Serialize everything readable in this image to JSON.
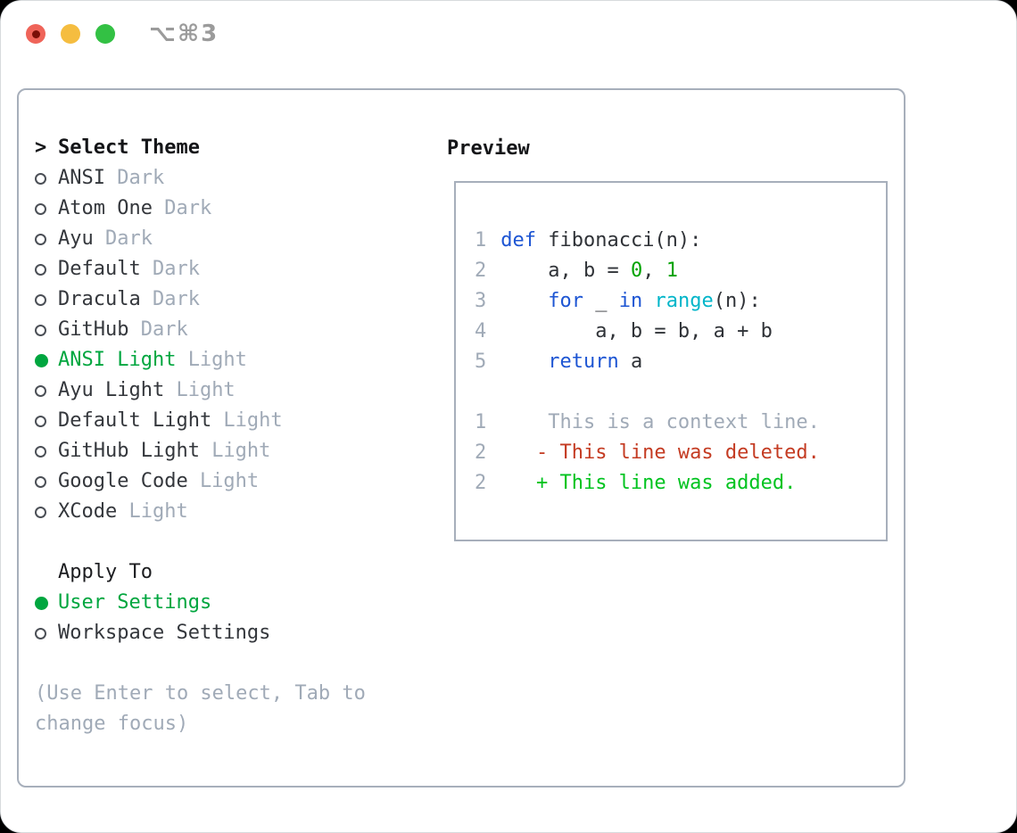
{
  "window": {
    "shortcut": "⌥⌘3"
  },
  "theme_panel": {
    "prompt": ">",
    "title": "Select Theme",
    "items": [
      {
        "label": "ANSI",
        "variant": "Dark",
        "selected": false
      },
      {
        "label": "Atom One",
        "variant": "Dark",
        "selected": false
      },
      {
        "label": "Ayu",
        "variant": "Dark",
        "selected": false
      },
      {
        "label": "Default",
        "variant": "Dark",
        "selected": false
      },
      {
        "label": "Dracula",
        "variant": "Dark",
        "selected": false
      },
      {
        "label": "GitHub",
        "variant": "Dark",
        "selected": false
      },
      {
        "label": "ANSI Light",
        "variant": "Light",
        "selected": true
      },
      {
        "label": "Ayu Light",
        "variant": "Light",
        "selected": false
      },
      {
        "label": "Default Light",
        "variant": "Light",
        "selected": false
      },
      {
        "label": "GitHub Light",
        "variant": "Light",
        "selected": false
      },
      {
        "label": "Google Code",
        "variant": "Light",
        "selected": false
      },
      {
        "label": "XCode",
        "variant": "Light",
        "selected": false
      }
    ]
  },
  "apply_to": {
    "title": "Apply To",
    "options": [
      {
        "label": "User Settings",
        "selected": true
      },
      {
        "label": "Workspace Settings",
        "selected": false
      }
    ]
  },
  "help": {
    "line1": "(Use Enter to select, Tab to",
    "line2": "change focus)"
  },
  "preview": {
    "title": "Preview",
    "code_lines": [
      {
        "num": "1",
        "segments": [
          {
            "text": "def",
            "color": "keyword"
          },
          {
            "text": " fibonacci(n):",
            "color": "default"
          }
        ]
      },
      {
        "num": "2",
        "segments": [
          {
            "text": "    a, b = ",
            "color": "default"
          },
          {
            "text": "0",
            "color": "number"
          },
          {
            "text": ", ",
            "color": "default"
          },
          {
            "text": "1",
            "color": "number"
          }
        ]
      },
      {
        "num": "3",
        "segments": [
          {
            "text": "    ",
            "color": "default"
          },
          {
            "text": "for",
            "color": "keyword"
          },
          {
            "text": " _ ",
            "color": "default"
          },
          {
            "text": "in",
            "color": "keyword"
          },
          {
            "text": " ",
            "color": "default"
          },
          {
            "text": "range",
            "color": "builtin"
          },
          {
            "text": "(n):",
            "color": "default"
          }
        ]
      },
      {
        "num": "4",
        "segments": [
          {
            "text": "        a, b = b, a + b",
            "color": "default"
          }
        ]
      },
      {
        "num": "5",
        "segments": [
          {
            "text": "    ",
            "color": "default"
          },
          {
            "text": "return",
            "color": "keyword"
          },
          {
            "text": " a",
            "color": "default"
          }
        ]
      }
    ],
    "diff_lines": [
      {
        "num": "1",
        "segments": [
          {
            "text": "    This is a context line.",
            "color": "muted"
          }
        ]
      },
      {
        "num": "2",
        "segments": [
          {
            "text": "   - This line was deleted.",
            "color": "deleted"
          }
        ]
      },
      {
        "num": "2",
        "segments": [
          {
            "text": "   + This line was added.",
            "color": "added"
          }
        ]
      }
    ]
  },
  "colors": {
    "accent_green": "#00a63f",
    "keyword_blue": "#1d55d3",
    "builtin_cyan": "#00b5c9",
    "number_green": "#00a300",
    "deleted_red": "#c43b22",
    "added_green": "#00c31f",
    "muted_gray": "#a0aab7",
    "traffic_red": "#ef6459",
    "traffic_yellow": "#f5bd40",
    "traffic_green": "#33c144"
  }
}
